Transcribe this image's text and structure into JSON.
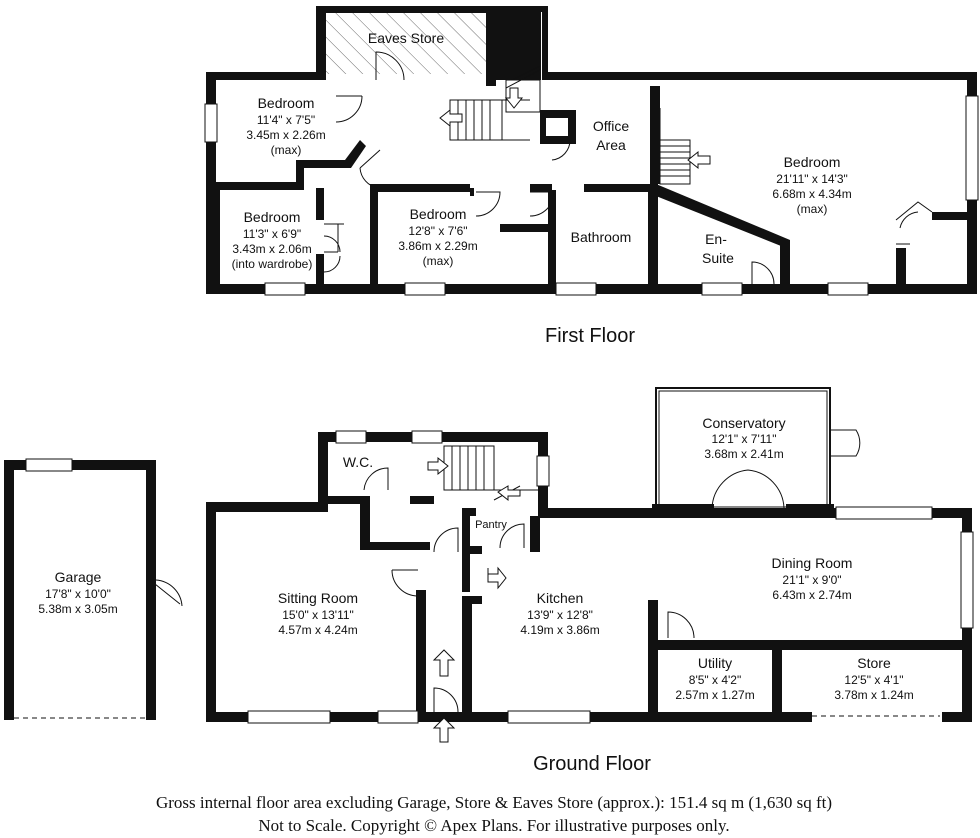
{
  "first_floor": {
    "label": "First Floor",
    "rooms": {
      "eaves_store": {
        "name": "Eaves Store"
      },
      "bedroom_1": {
        "name": "Bedroom",
        "imperial": "11'4\" x 7'5\"",
        "metric": "3.45m x 2.26m",
        "note": "(max)"
      },
      "bedroom_2": {
        "name": "Bedroom",
        "imperial": "11'3\" x 6'9\"",
        "metric": "3.43m x 2.06m",
        "note": "(into wardrobe)"
      },
      "bedroom_3": {
        "name": "Bedroom",
        "imperial": "12'8\" x 7'6\"",
        "metric": "3.86m x 2.29m",
        "note": "(max)"
      },
      "office": {
        "line1": "Office",
        "line2": "Area"
      },
      "bathroom": {
        "name": "Bathroom"
      },
      "ensuite": {
        "line1": "En-",
        "line2": "Suite"
      },
      "main_bedroom": {
        "name": "Bedroom",
        "imperial": "21'11\" x 14'3\"",
        "metric": "6.68m x 4.34m",
        "note": "(max)"
      }
    }
  },
  "ground_floor": {
    "label": "Ground Floor",
    "rooms": {
      "garage": {
        "name": "Garage",
        "imperial": "17'8\" x 10'0\"",
        "metric": "5.38m x 3.05m"
      },
      "wc": {
        "name": "W.C."
      },
      "pantry": {
        "name": "Pantry"
      },
      "conservatory": {
        "name": "Conservatory",
        "imperial": "12'1\" x 7'11\"",
        "metric": "3.68m x 2.41m"
      },
      "sitting_room": {
        "name": "Sitting Room",
        "imperial": "15'0\" x 13'11\"",
        "metric": "4.57m x 4.24m"
      },
      "kitchen": {
        "name": "Kitchen",
        "imperial": "13'9\" x 12'8\"",
        "metric": "4.19m x 3.86m"
      },
      "dining_room": {
        "name": "Dining Room",
        "imperial": "21'1\" x 9'0\"",
        "metric": "6.43m x 2.74m"
      },
      "utility": {
        "name": "Utility",
        "imperial": "8'5\" x 4'2\"",
        "metric": "2.57m x 1.27m"
      },
      "store": {
        "name": "Store",
        "imperial": "12'5\" x 4'1\"",
        "metric": "3.78m x 1.24m"
      }
    }
  },
  "footer": {
    "line1": "Gross internal floor area excluding Garage, Store & Eaves Store (approx.): 151.4 sq m (1,630 sq ft)",
    "line2": "Not to Scale. Copyright © Apex Plans. For illustrative purposes only."
  }
}
